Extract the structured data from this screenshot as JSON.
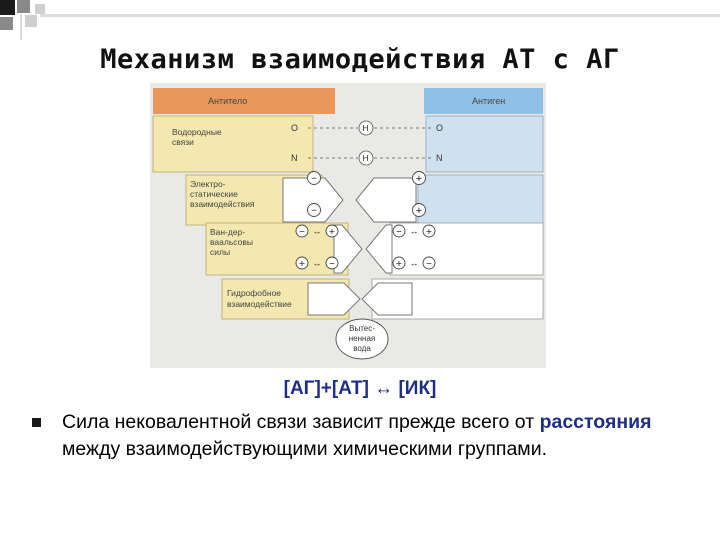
{
  "title": "Механизм взаимодействия АТ с АГ",
  "diagram": {
    "antibody_label": "Антитело",
    "antigen_label": "Антиген",
    "hydrogen_label": [
      "Водородные",
      "связи"
    ],
    "electrostatic_label": [
      "Электро-",
      "статические",
      "взаимодействия"
    ],
    "vdw_label": [
      "Ван-дер-",
      "ваальсовы",
      "силы"
    ],
    "hydrophobic_label": [
      "Гидрофобное",
      "взаимодействие"
    ],
    "water_label": [
      "Вытес-",
      "ненная",
      "вода"
    ],
    "atom_o": "O",
    "atom_n": "N",
    "atom_h": "H",
    "plus": "+",
    "minus": "−",
    "dipole": "↔"
  },
  "equation": "[АГ]+[АТ] ↔ [ИК]",
  "bullet": {
    "before": "Сила нековалентной связи зависит прежде всего от ",
    "highlight": "расстояния",
    "after": " между взаимодействующими химическими группами."
  },
  "colors": {
    "accent": "#1d2f87",
    "antibody_fill": "#f3e8b0",
    "antibody_header": "#e8985a",
    "antigen_fill": "#cfe0ef",
    "antigen_header": "#8fc0e8",
    "diagram_bg": "#e9e9e5"
  }
}
